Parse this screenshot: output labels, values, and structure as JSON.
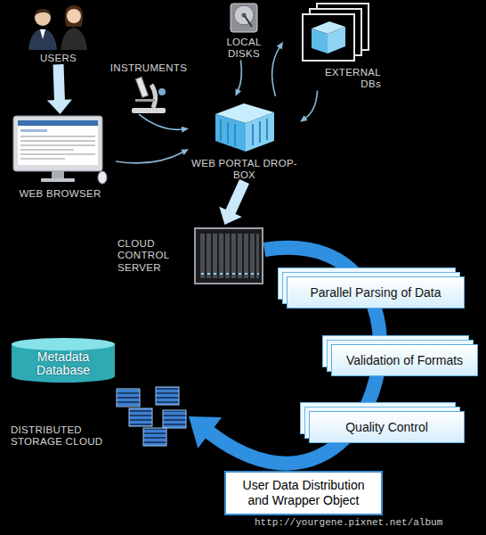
{
  "diagram": {
    "nodes": [
      {
        "text": [
          "USERS"
        ]
      },
      {
        "text": [
          "INSTRUMENTS"
        ]
      },
      {
        "text": [
          "LOCAL DISKS"
        ]
      },
      {
        "text": [
          "EXTERNAL DBs"
        ]
      },
      {
        "text": [
          "WEB BROWSER"
        ]
      },
      {
        "text": [
          "WEB PORTAL DROP-BOX"
        ]
      },
      {
        "text": [
          "CLOUD CONTROL SERVER"
        ]
      },
      {
        "text": [
          "Parallel Parsing of Data"
        ]
      },
      {
        "text": [
          "Metadata Database"
        ]
      },
      {
        "text": [
          "Validation of Formats"
        ]
      },
      {
        "text": [
          "DISTRIBUTED STORAGE CLOUD"
        ]
      },
      {
        "text": [
          "Quality Control"
        ]
      },
      {
        "text": [
          "User Data Distribution and Wrapper Object"
        ]
      }
    ],
    "edges": [
      {
        "from": 0,
        "to": 4,
        "arrow": "to"
      },
      {
        "from": 4,
        "to": 5,
        "arrow": "to"
      },
      {
        "from": 1,
        "to": 5,
        "arrow": "to"
      },
      {
        "from": 2,
        "to": 5,
        "arrow": "to"
      },
      {
        "from": 5,
        "to": 3,
        "arrow": "to"
      },
      {
        "from": 3,
        "to": 5,
        "arrow": "to"
      },
      {
        "from": 5,
        "to": 6,
        "arrow": "to"
      },
      {
        "from": 6,
        "to": 10,
        "arrow": "to"
      }
    ],
    "labels": [
      "http://yourgene.pixnet.net/album"
    ]
  }
}
